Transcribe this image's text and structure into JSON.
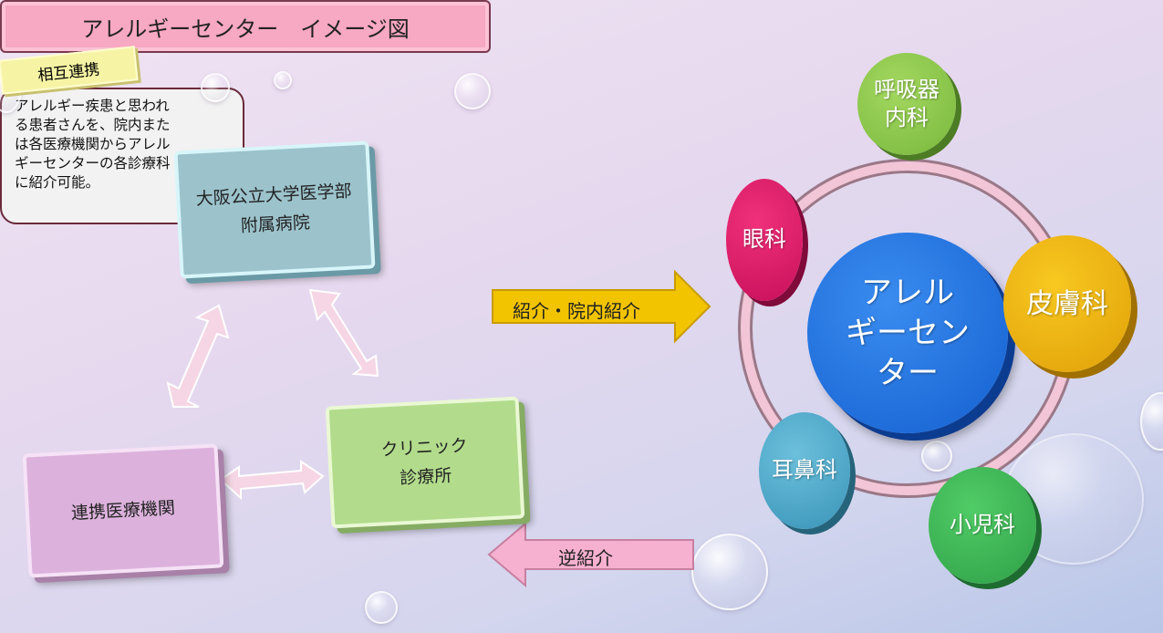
{
  "title": "アレルギーセンター　イメージ図",
  "left": {
    "hospital": [
      "大阪公立大学医学部",
      "附属病院"
    ],
    "partner": "連携医療機関",
    "clinic": [
      "クリニック",
      "診療所"
    ],
    "mutual": "相互連携"
  },
  "callout": [
    "アレルギー疾患と思われ",
    "る患者さんを、院内また",
    "は各医療機関からアレル",
    "ギーセンターの各診療科",
    "に紹介可能。"
  ],
  "arrows": {
    "referral": "紹介・院内紹介",
    "reverse": "逆紹介"
  },
  "center": [
    "アレル",
    "ギーセン",
    "ター"
  ],
  "departments": {
    "respiratory": [
      "呼吸器",
      "内科"
    ],
    "dermatology": "皮膚科",
    "pediatrics": "小児科",
    "ent": "耳鼻科",
    "ophthalmology": "眼科"
  },
  "colors": {
    "center": "#1a6ee0",
    "respiratory": "#8cc84c",
    "dermatology": "#e8b010",
    "pediatrics": "#40b858",
    "ent": "#4ca8c8",
    "ophthalmology": "#e01868"
  }
}
